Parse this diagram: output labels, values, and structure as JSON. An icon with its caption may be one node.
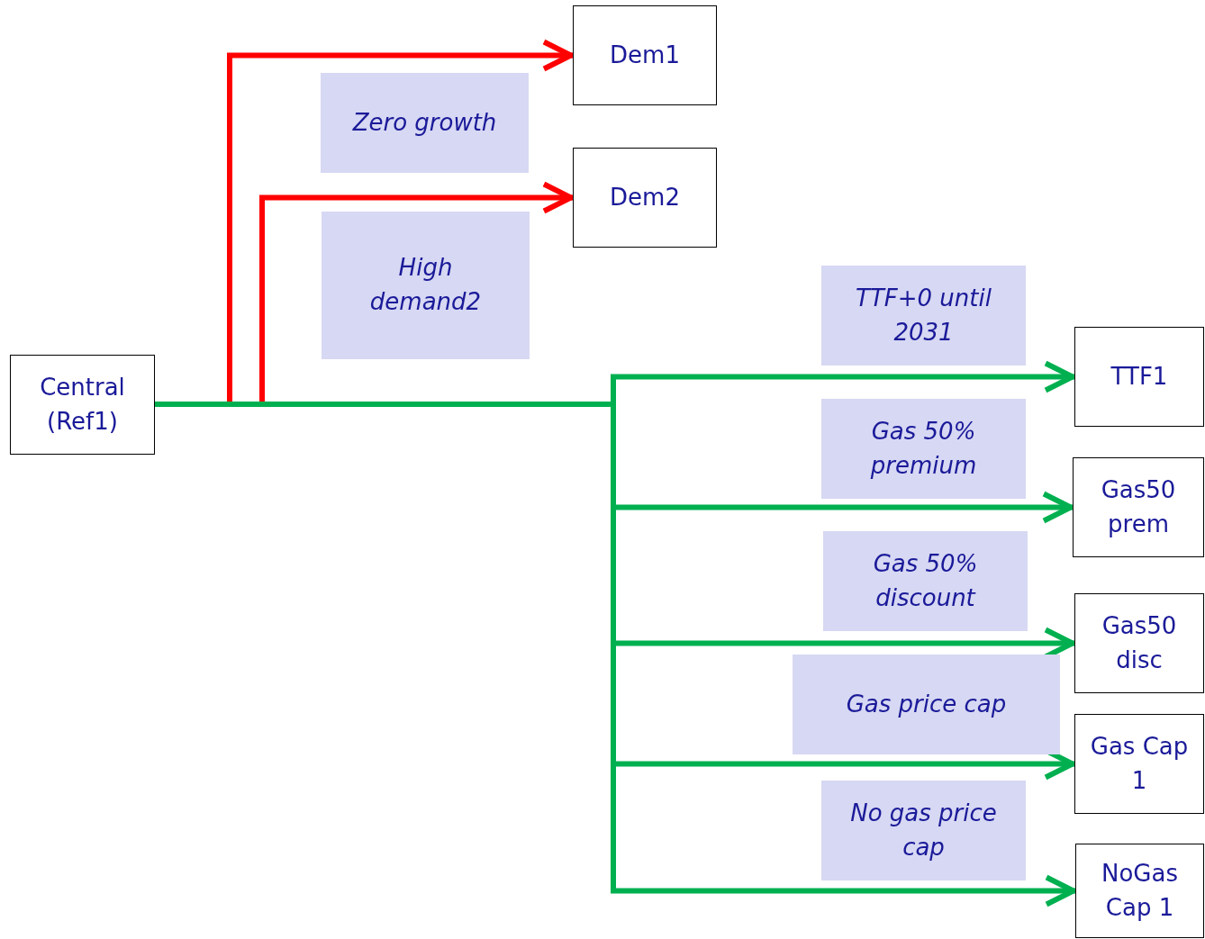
{
  "diagram": {
    "nodes": [
      {
        "text": [
          "Central (Ref1)"
        ]
      },
      {
        "text": [
          "Dem1"
        ]
      },
      {
        "text": [
          "Zero growth"
        ]
      },
      {
        "text": [
          "Dem2"
        ]
      },
      {
        "text": [
          "High demand2"
        ]
      },
      {
        "text": [
          "TTF+0 until 2031"
        ]
      },
      {
        "text": [
          "TTF1"
        ]
      },
      {
        "text": [
          "Gas 50% premium"
        ]
      },
      {
        "text": [
          "Gas50 prem"
        ]
      },
      {
        "text": [
          "Gas 50% discount"
        ]
      },
      {
        "text": [
          "Gas50 disc"
        ]
      },
      {
        "text": [
          "Gas price cap"
        ]
      },
      {
        "text": [
          "Gas Cap 1"
        ]
      },
      {
        "text": [
          "No gas price cap"
        ]
      },
      {
        "text": [
          "NoGas Cap 1"
        ]
      }
    ],
    "edges": [
      {
        "from": 0,
        "to": 1,
        "arrow": "to",
        "color": "#ff0000"
      },
      {
        "from": 0,
        "to": 3,
        "arrow": "to",
        "color": "#ff0000"
      },
      {
        "from": 0,
        "to": 6,
        "arrow": "to"
      },
      {
        "from": 0,
        "to": 8,
        "arrow": "to"
      },
      {
        "from": 0,
        "to": 10,
        "arrow": "to"
      },
      {
        "from": 0,
        "to": 12,
        "arrow": "to"
      },
      {
        "from": 0,
        "to": 14,
        "arrow": "to"
      }
    ]
  }
}
